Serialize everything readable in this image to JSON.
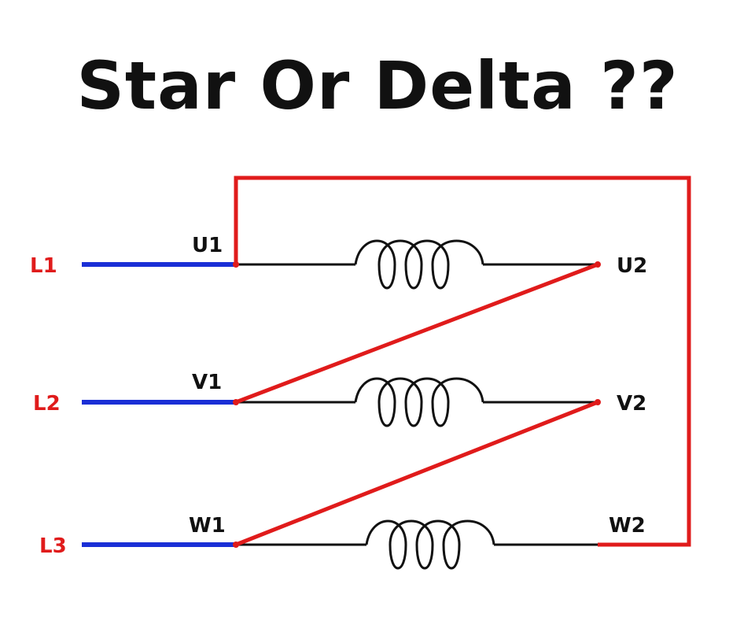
{
  "title": "Star Or Delta ??",
  "colors": {
    "supply_line": "#1a2fd6",
    "delta_link": "#e01b1b",
    "winding": "#111111",
    "line_label": "#e01b1b",
    "terminal_label": "#111111"
  },
  "lines": [
    {
      "label": "L1",
      "start_terminal": "U1",
      "end_terminal": "U2"
    },
    {
      "label": "L2",
      "start_terminal": "V1",
      "end_terminal": "V2"
    },
    {
      "label": "L3",
      "start_terminal": "W1",
      "end_terminal": "W2"
    }
  ]
}
